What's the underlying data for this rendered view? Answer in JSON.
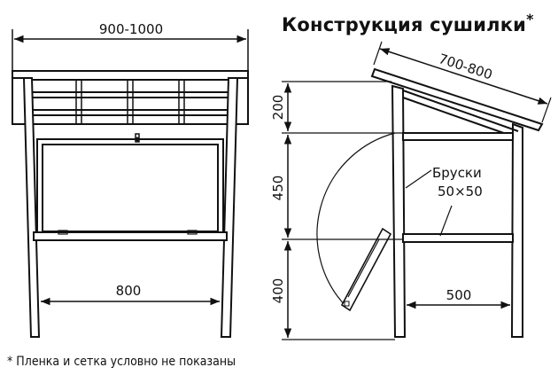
{
  "title": "Конструкция сушилки",
  "title_mark": "*",
  "footnote": "* Пленка и сетка условно не показаны",
  "front_view": {
    "width_label": "900-1000",
    "inner_width_label": "800"
  },
  "side_view": {
    "roof_label": "700-800",
    "height_top_label": "200",
    "height_mid_label": "450",
    "height_bottom_label": "400",
    "depth_label": "500",
    "bars_label_line1": "Бруски",
    "bars_label_line2": "50×50"
  }
}
